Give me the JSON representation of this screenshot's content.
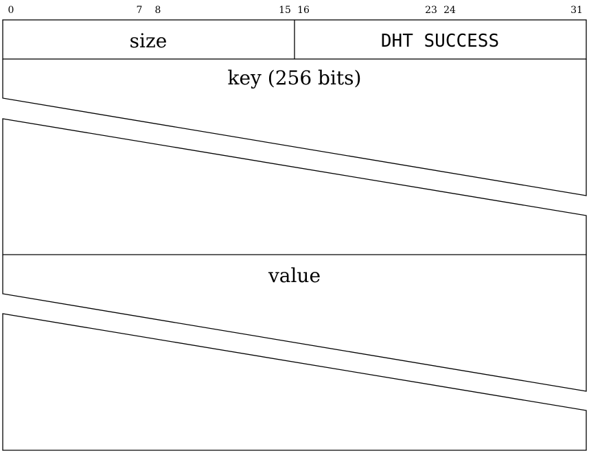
{
  "bit_labels": {
    "b0": "0",
    "b7": "7",
    "b8": "8",
    "b15": "15",
    "b16": "16",
    "b23": "23",
    "b24": "24",
    "b31": "31"
  },
  "header": {
    "size_label": "size",
    "type_label": "DHT SUCCESS"
  },
  "fields": {
    "key_label": "key (256 bits)",
    "value_label": "value"
  }
}
